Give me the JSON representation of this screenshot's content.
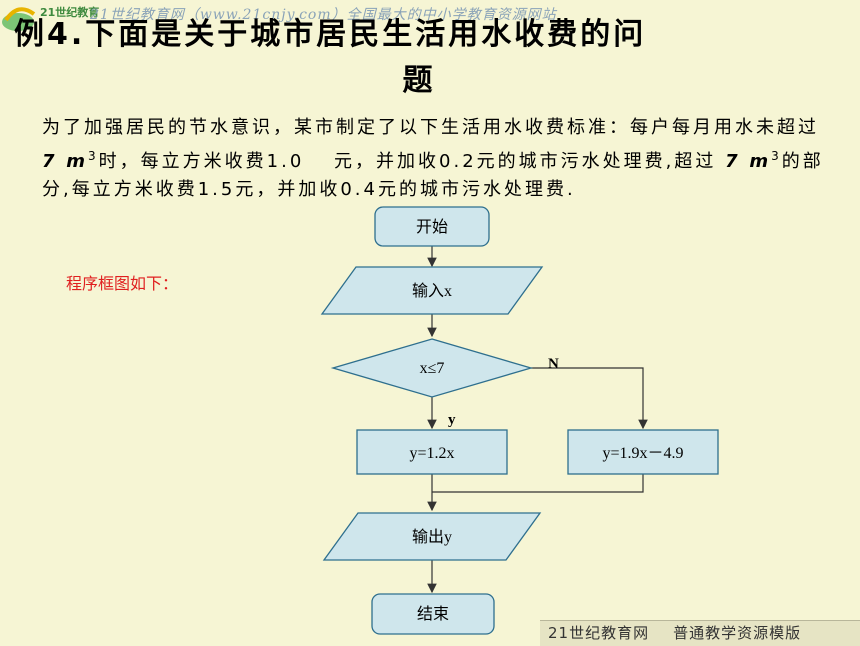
{
  "header": {
    "watermark": "21世纪教育网（www.21cnjy.com）全国最大的中小学教育资源网站",
    "logo_text": "21世纪教育"
  },
  "title": {
    "line1": "例4.下面是关于城市居民生活用水收费的问",
    "line2": "题"
  },
  "problem": {
    "part1": "为了加强居民的节水意识，某市制定了以下生活用水收费标准：每户每月用水未超过",
    "num1": "7",
    "unit1": "m",
    "exp1": "3",
    "part2": "时，每立方米收费1.0　 元，并加收0.2元的城市污水处理费,超过",
    "num2": "7",
    "unit2": "m",
    "exp2": "3",
    "part3": "的部分,每立方米收费1.5元，并加收0.4元的城市污水处理费."
  },
  "caption": "程序框图如下：",
  "flowchart": {
    "start": "开始",
    "input": "输入x",
    "condition": "x≤7",
    "yes_label": "y",
    "no_label": "N",
    "process_yes": "y=1.2x",
    "process_no": "y=1.9x－4.9",
    "output": "输出y",
    "end": "结束"
  },
  "footer": {
    "site": "21世纪教育网",
    "template": "普通教学资源模版"
  },
  "colors": {
    "background": "#f6f5d4",
    "node_fill": "#cfe6ec",
    "node_stroke": "#2e6f8e",
    "caption": "#e02020"
  }
}
